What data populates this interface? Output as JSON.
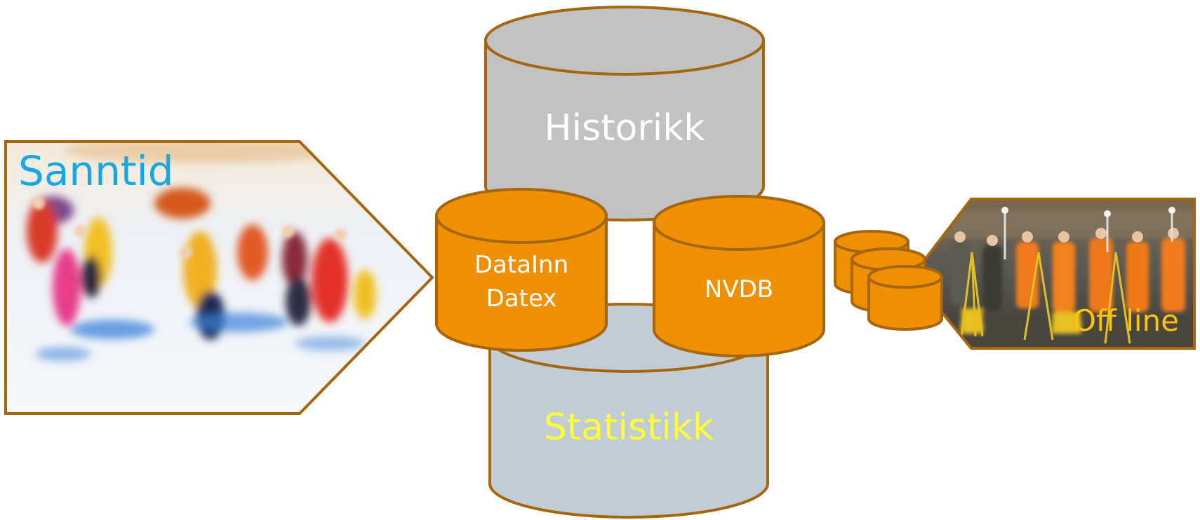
{
  "labels": {
    "historikk": "Historikk",
    "sanntid": "Sanntid",
    "datainn_line1": "DataInn",
    "datainn_line2": "Datex",
    "nvdb": "NVDB",
    "statistikk": "Statistikk",
    "offline": "Off line"
  },
  "colors": {
    "outline": "#A5660F",
    "orange_fill": "#EE9000",
    "historikk_fill": "#C2C2C2",
    "statistikk_fill": "#C2CCD5",
    "sanntid_text": "#1AA7E0",
    "historikk_text": "#FFFFFF",
    "statistikk_text": "#FFFF33",
    "offline_text": "#FFC400",
    "white_text": "#FFFFFF"
  },
  "icons": {
    "sanntid_photo": "ski-race-photo",
    "offline_photo": "survey-crew-photo",
    "small_db_stack": "database-stack-icon"
  }
}
